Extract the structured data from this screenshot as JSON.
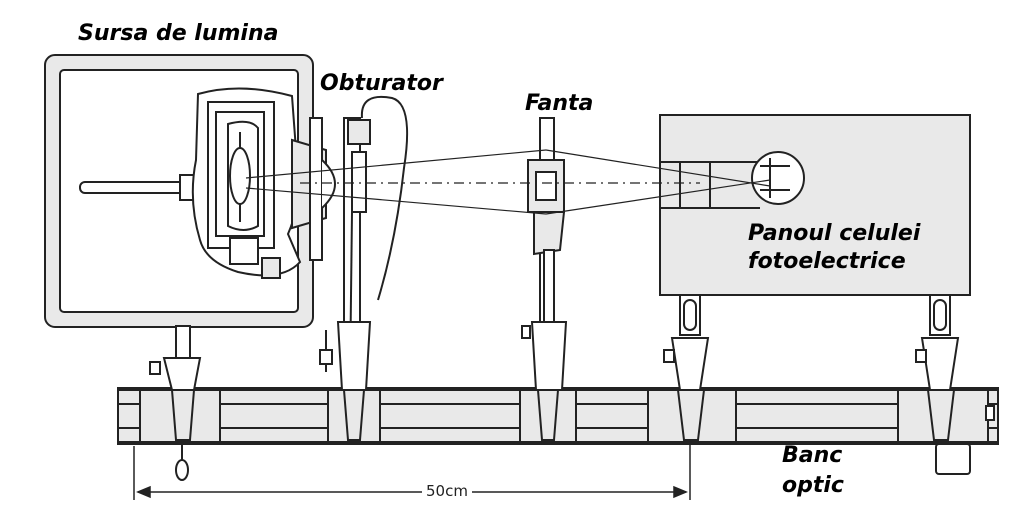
{
  "labels": {
    "light_source": "Sursa de lumina",
    "shutter": "Obturator",
    "slit": "Fanta",
    "photocell_panel_line1": "Panoul celulei",
    "photocell_panel_line2": "fotoelectrice",
    "bench_line1": "Banc",
    "bench_line2": "optic"
  },
  "dimension": {
    "length": "50cm"
  },
  "colors": {
    "line": "#222222",
    "fill": "#e9e9e9",
    "background": "#ffffff"
  }
}
